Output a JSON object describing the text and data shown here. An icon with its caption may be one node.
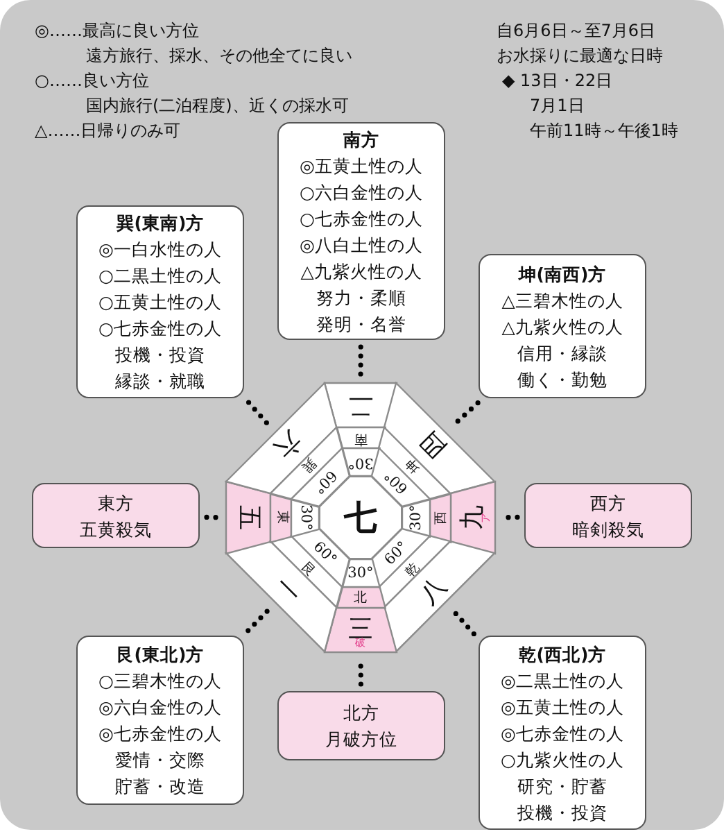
{
  "diagram": {
    "nodes": [
      {
        "text": [
          "南方",
          "◎五黄土性の人",
          "○六白金性の人",
          "○七赤金性の人",
          "◎八白土性の人",
          "△九紫火性の人",
          "努力・柔順",
          "発明・名誉"
        ]
      },
      {
        "text": [
          "巽(東南)方",
          "◎一白水性の人",
          "○二黒土性の人",
          "○五黄土性の人",
          "○七赤金性の人",
          "投機・投資",
          "縁談・就職"
        ]
      },
      {
        "text": [
          "坤(南西)方",
          "△三碧木性の人",
          "△九紫火性の人",
          "信用・縁談",
          "働く・勤勉"
        ]
      },
      {
        "text": [
          "東方",
          "五黄殺気"
        ]
      },
      {
        "text": [
          "西方",
          "暗剣殺気"
        ]
      },
      {
        "text": [
          "艮(東北)方",
          "○三碧木性の人",
          "◎六白金性の人",
          "◎七赤金性の人",
          "愛情・交際",
          "貯蓄・改造"
        ]
      },
      {
        "text": [
          "北方",
          "月破方位"
        ]
      },
      {
        "text": [
          "乾(西北)方",
          "◎二黒土性の人",
          "◎五黄土性の人",
          "◎七赤金性の人",
          "○九紫火性の人",
          "研究・貯蓄",
          "投機・投資"
        ]
      },
      {
        "text": [
          "七"
        ]
      },
      {
        "text": [
          "二"
        ]
      },
      {
        "text": [
          "四"
        ]
      },
      {
        "text": [
          "九",
          "ア"
        ]
      },
      {
        "text": [
          "八"
        ]
      },
      {
        "text": [
          "三",
          "破"
        ]
      },
      {
        "text": [
          "一"
        ]
      },
      {
        "text": [
          "五"
        ]
      },
      {
        "text": [
          "六"
        ]
      },
      {
        "text": [
          "南"
        ]
      },
      {
        "text": [
          "坤"
        ]
      },
      {
        "text": [
          "西"
        ]
      },
      {
        "text": [
          "乾"
        ]
      },
      {
        "text": [
          "北"
        ]
      },
      {
        "text": [
          "艮"
        ]
      },
      {
        "text": [
          "東"
        ]
      },
      {
        "text": [
          "巽"
        ]
      },
      {
        "text": [
          "30°"
        ]
      },
      {
        "text": [
          "60°"
        ]
      },
      {
        "text": [
          "30°"
        ]
      },
      {
        "text": [
          "60°"
        ]
      },
      {
        "text": [
          "30°"
        ]
      },
      {
        "text": [
          "60°"
        ]
      },
      {
        "text": [
          "30°"
        ]
      },
      {
        "text": [
          "60°"
        ]
      }
    ],
    "edges": [
      {
        "from": 0,
        "to": 9,
        "arrow": "none"
      },
      {
        "from": 2,
        "to": 10,
        "arrow": "none"
      },
      {
        "from": 4,
        "to": 11,
        "arrow": "none"
      },
      {
        "from": 7,
        "to": 12,
        "arrow": "none"
      },
      {
        "from": 6,
        "to": 13,
        "arrow": "none"
      },
      {
        "from": 5,
        "to": 14,
        "arrow": "none"
      },
      {
        "from": 3,
        "to": 15,
        "arrow": "none"
      },
      {
        "from": 1,
        "to": 16,
        "arrow": "none"
      }
    ],
    "labels": [
      "◎……最高に良い方位",
      "遠方旅行、採水、その他全てに良い",
      "○……良い方位",
      "国内旅行(二泊程度)、近くの採水可",
      "△……日帰りのみ可",
      "自6月6日～至7月6日",
      "お水採りに最適な日時",
      "◆ 13日・22日",
      "7月1日",
      "午前11時～午後1時"
    ]
  }
}
